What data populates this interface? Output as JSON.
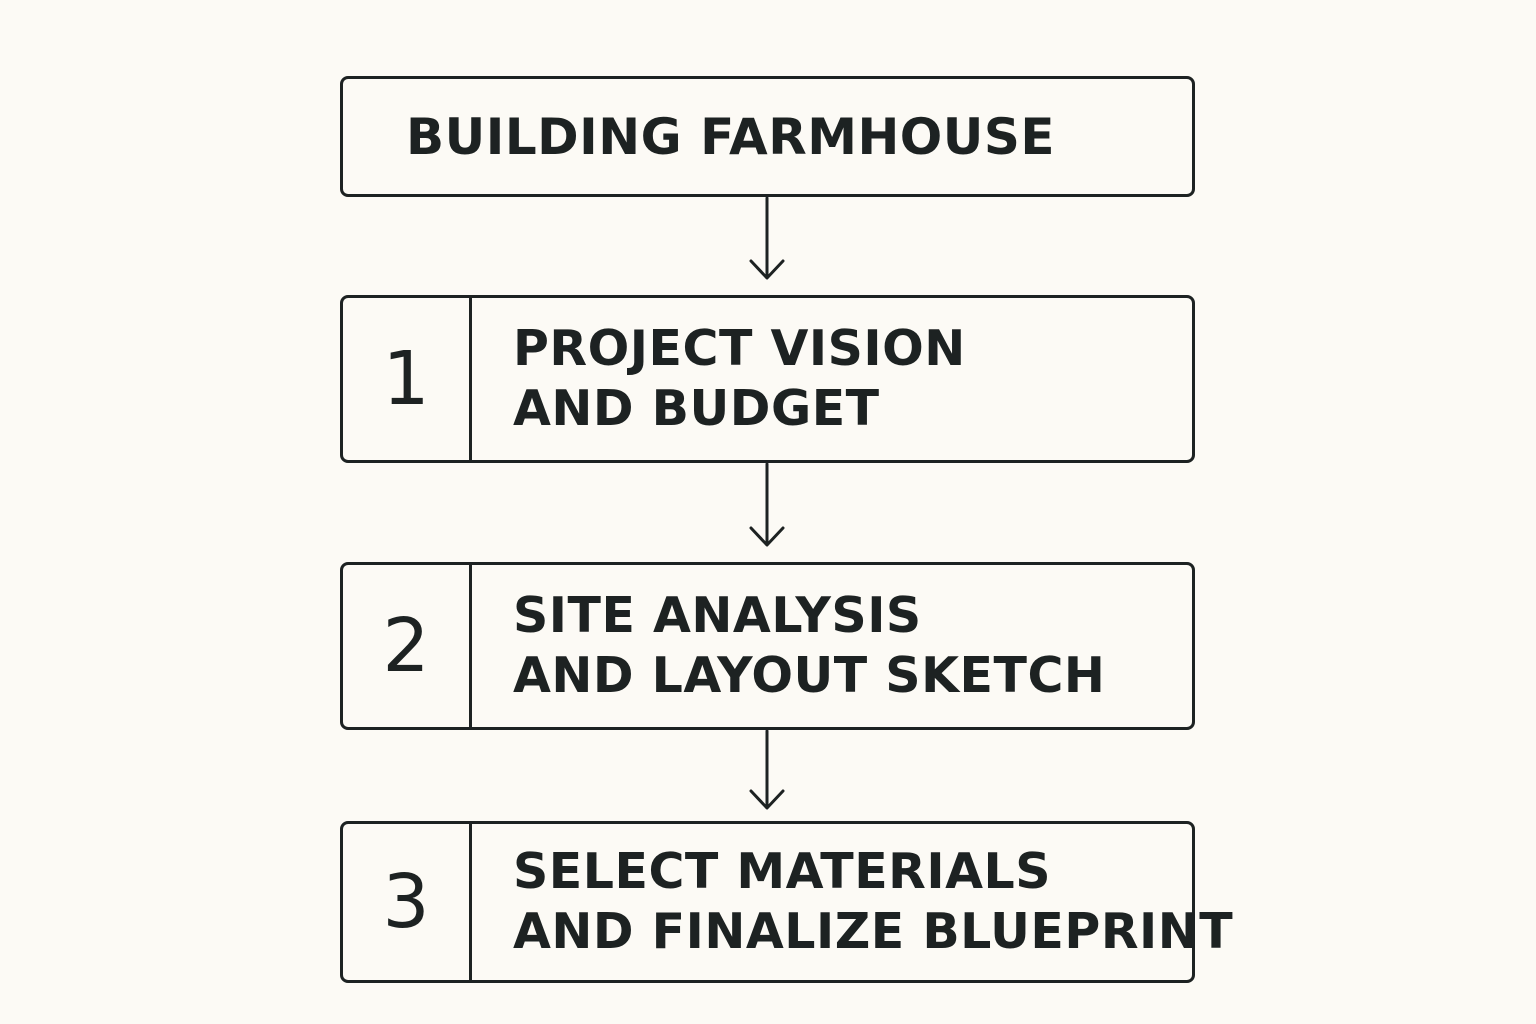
{
  "title": "BUILDING FARMHOUSE",
  "steps": [
    {
      "number": "1",
      "line1": "PROJECT VISION",
      "line2": "AND BUDGET"
    },
    {
      "number": "2",
      "line1": "SITE ANALYSIS",
      "line2": "AND LAYOUT SKETCH"
    },
    {
      "number": "3",
      "line1": "SELECT MATERIALS",
      "line2": "AND FINALIZE BLUEPRINT"
    }
  ],
  "colors": {
    "background": "#fcfaf5",
    "ink": "#1d2222"
  }
}
